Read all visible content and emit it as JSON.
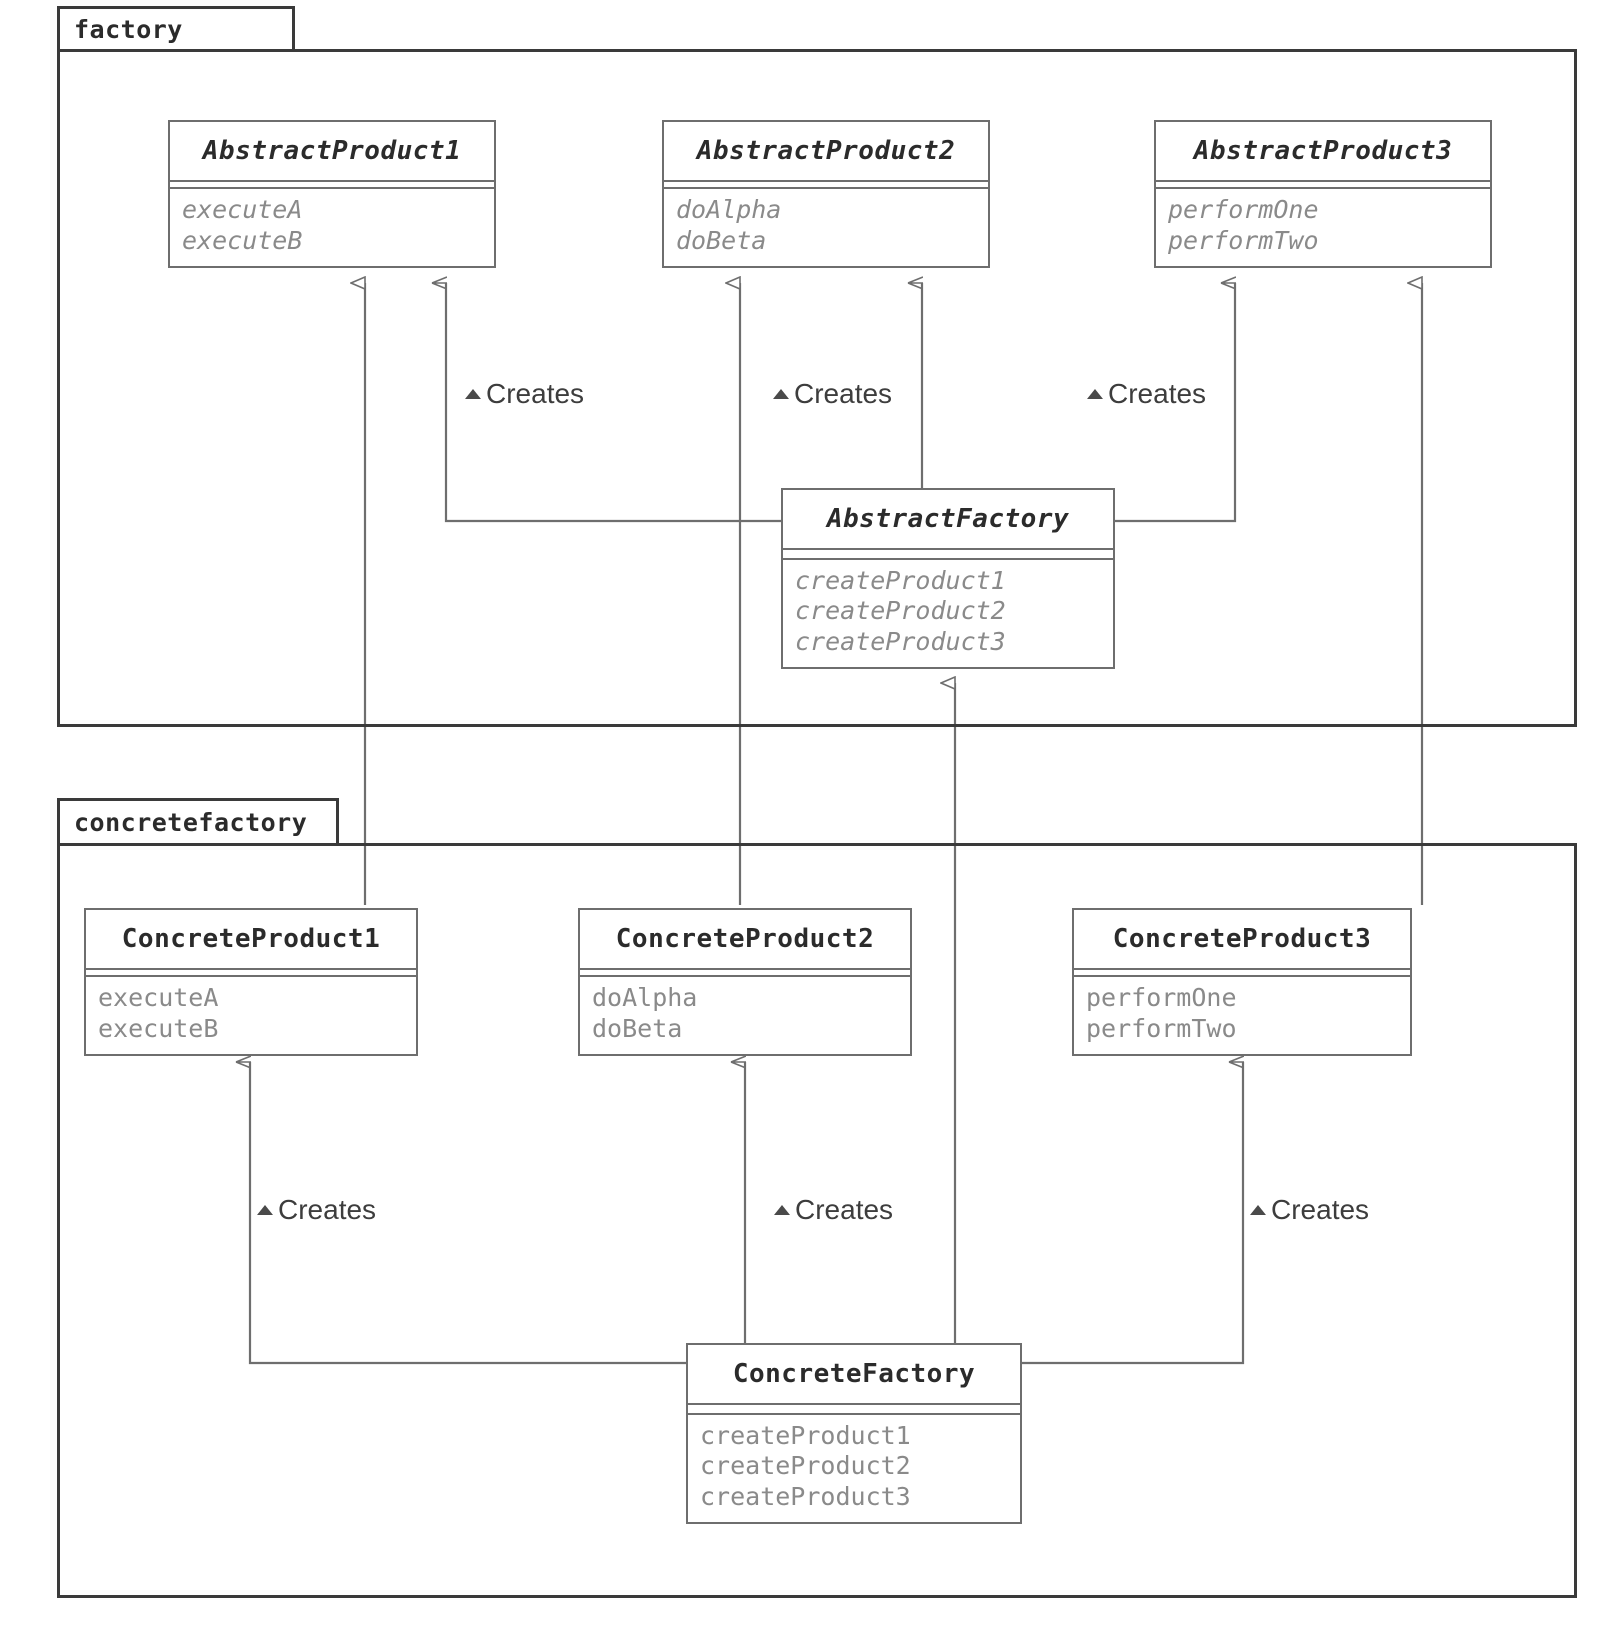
{
  "diagram": {
    "type": "uml-class-diagram",
    "pattern": "Abstract Factory",
    "packages": [
      {
        "id": "factory",
        "name": "factory",
        "classes": [
          {
            "id": "AbstractProduct1",
            "name": "AbstractProduct1",
            "abstract": true,
            "attributes": [],
            "operations": [
              "executeA",
              "executeB"
            ]
          },
          {
            "id": "AbstractProduct2",
            "name": "AbstractProduct2",
            "abstract": true,
            "attributes": [],
            "operations": [
              "doAlpha",
              "doBeta"
            ]
          },
          {
            "id": "AbstractProduct3",
            "name": "AbstractProduct3",
            "abstract": true,
            "attributes": [],
            "operations": [
              "performOne",
              "performTwo"
            ]
          },
          {
            "id": "AbstractFactory",
            "name": "AbstractFactory",
            "abstract": true,
            "attributes": [],
            "operations": [
              "createProduct1",
              "createProduct2",
              "createProduct3"
            ]
          }
        ]
      },
      {
        "id": "concretefactory",
        "name": "concretefactory",
        "classes": [
          {
            "id": "ConcreteProduct1",
            "name": "ConcreteProduct1",
            "abstract": false,
            "attributes": [],
            "operations": [
              "executeA",
              "executeB"
            ]
          },
          {
            "id": "ConcreteProduct2",
            "name": "ConcreteProduct2",
            "abstract": false,
            "attributes": [],
            "operations": [
              "doAlpha",
              "doBeta"
            ]
          },
          {
            "id": "ConcreteProduct3",
            "name": "ConcreteProduct3",
            "abstract": false,
            "attributes": [],
            "operations": [
              "performOne",
              "performTwo"
            ]
          },
          {
            "id": "ConcreteFactory",
            "name": "ConcreteFactory",
            "abstract": false,
            "attributes": [],
            "operations": [
              "createProduct1",
              "createProduct2",
              "createProduct3"
            ]
          }
        ]
      }
    ],
    "relationships": [
      {
        "id": "dep-af-ap1",
        "kind": "dependency",
        "label": "Creates",
        "from": "AbstractFactory",
        "to": "AbstractProduct1"
      },
      {
        "id": "dep-af-ap2",
        "kind": "dependency",
        "label": "Creates",
        "from": "AbstractFactory",
        "to": "AbstractProduct2"
      },
      {
        "id": "dep-af-ap3",
        "kind": "dependency",
        "label": "Creates",
        "from": "AbstractFactory",
        "to": "AbstractProduct3"
      },
      {
        "id": "dep-cf-cp1",
        "kind": "dependency",
        "label": "Creates",
        "from": "ConcreteFactory",
        "to": "ConcreteProduct1"
      },
      {
        "id": "dep-cf-cp2",
        "kind": "dependency",
        "label": "Creates",
        "from": "ConcreteFactory",
        "to": "ConcreteProduct2"
      },
      {
        "id": "dep-cf-cp3",
        "kind": "dependency",
        "label": "Creates",
        "from": "ConcreteFactory",
        "to": "ConcreteProduct3"
      },
      {
        "id": "gen-cp1-ap1",
        "kind": "generalization",
        "label": "",
        "from": "ConcreteProduct1",
        "to": "AbstractProduct1"
      },
      {
        "id": "gen-cp2-ap2",
        "kind": "generalization",
        "label": "",
        "from": "ConcreteProduct2",
        "to": "AbstractProduct2"
      },
      {
        "id": "gen-cp3-ap3",
        "kind": "generalization",
        "label": "",
        "from": "ConcreteProduct3",
        "to": "AbstractProduct3"
      },
      {
        "id": "gen-cf-af",
        "kind": "generalization",
        "label": "",
        "from": "ConcreteFactory",
        "to": "AbstractFactory"
      }
    ],
    "colors": {
      "frame_stroke": "#3a3a3a",
      "class_stroke": "#6e6e6e",
      "edge_stroke": "#6e6e6e",
      "title_text": "#2b2b2b",
      "operation_text": "#8a8a8a",
      "label_text": "#3d3d3d",
      "background": "#ffffff"
    }
  }
}
